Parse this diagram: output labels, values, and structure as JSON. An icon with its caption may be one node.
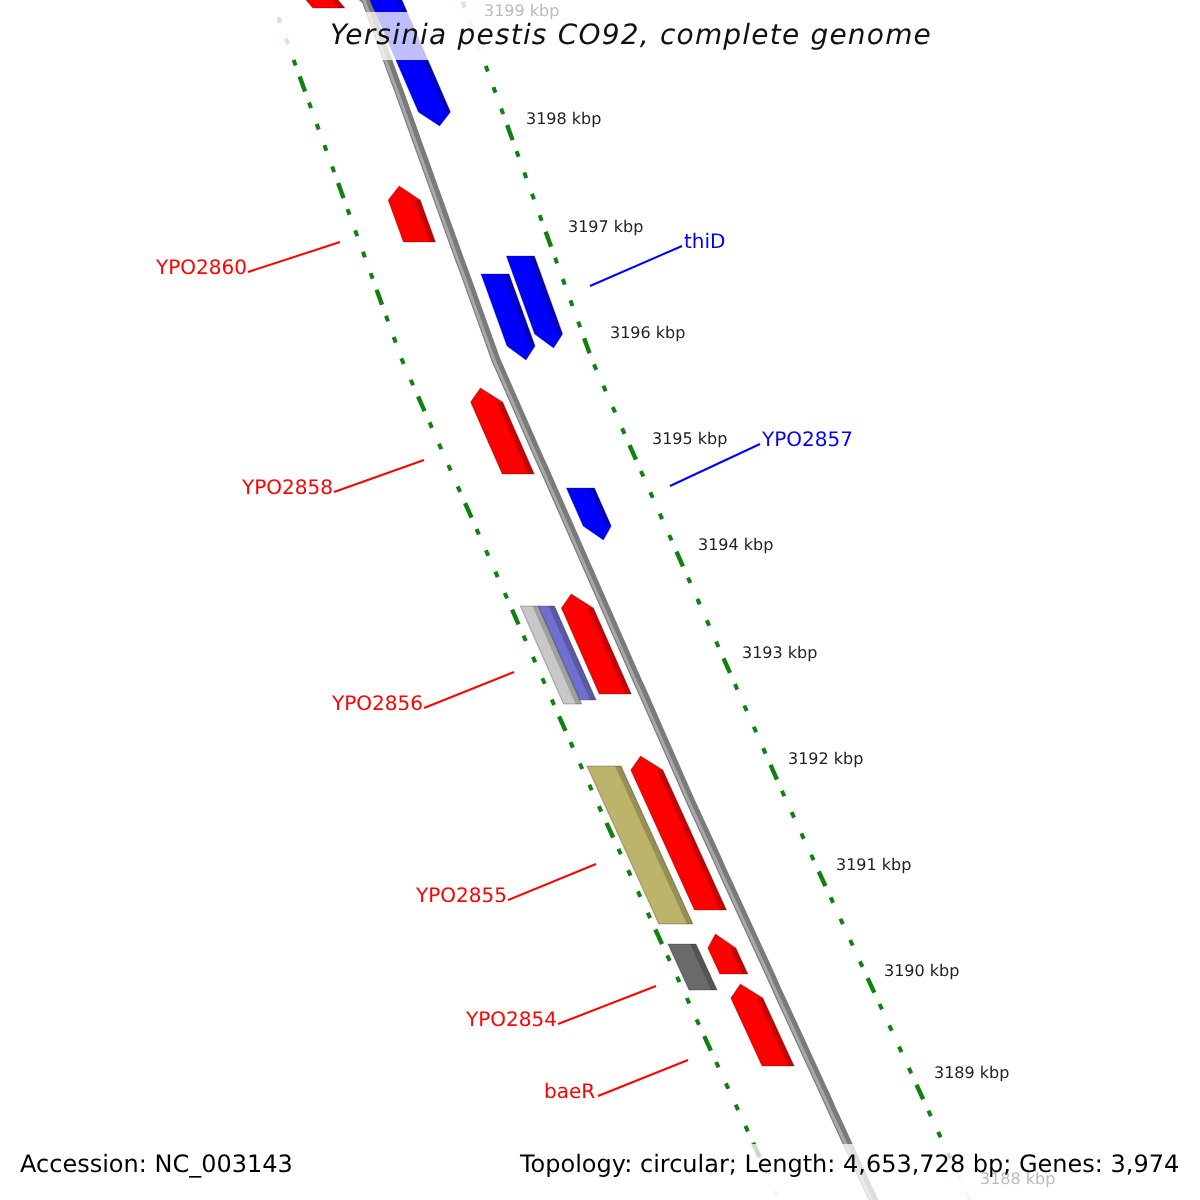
{
  "diagram": {
    "title": "Yersinia pestis CO92, complete genome",
    "nodes": [
      {
        "text": [
          "thiD"
        ]
      },
      {
        "text": [
          "YPO2860"
        ]
      },
      {
        "text": [
          "YPO2857"
        ]
      },
      {
        "text": [
          "YPO2858"
        ]
      },
      {
        "text": [
          "YPO2856"
        ]
      },
      {
        "text": [
          "YPO2855"
        ]
      },
      {
        "text": [
          "YPO2854"
        ]
      },
      {
        "text": [
          "baeR"
        ]
      }
    ],
    "edges": [
      {
        "from": 0,
        "to": null,
        "arrow": "none",
        "color": "#0000ff"
      },
      {
        "from": 1,
        "to": null,
        "arrow": "none"
      },
      {
        "from": 2,
        "to": null,
        "arrow": "none",
        "color": "#0000ff"
      },
      {
        "from": 3,
        "to": null,
        "arrow": "none"
      },
      {
        "from": 4,
        "to": null,
        "arrow": "none"
      },
      {
        "from": 5,
        "to": null,
        "arrow": "none"
      },
      {
        "from": 6,
        "to": null,
        "arrow": "none"
      },
      {
        "from": 7,
        "to": null,
        "arrow": "none"
      }
    ],
    "labels": [
      "3199 kbp",
      "3198 kbp",
      "3197 kbp",
      "3196 kbp",
      "3195 kbp",
      "3194 kbp",
      "3193 kbp",
      "3192 kbp",
      "3191 kbp",
      "3190 kbp",
      "3189 kbp",
      "3188 kbp",
      "Accession: NC_003143",
      "Topology: circular; Length: 4,653,728 bp; Genes: 3,974"
    ]
  }
}
